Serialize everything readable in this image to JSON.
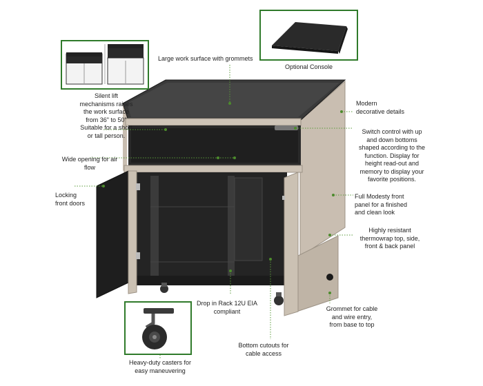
{
  "callouts": {
    "work_surface": "Large work surface with grommets",
    "optional_console": "Optional  Console",
    "silent_lift": "Silent lift\nmechanisms raises\nthe work surface\nfrom 36\" to 50\"\nSuitable for a short\nor tall person.",
    "modern_details": "Modern\ndecorative details",
    "switch_control": "Switch control with up\nand down bottoms\nshaped according to the\nfunction. Display for\nheight read-out and\nmemory to display your\nfavorite positions.",
    "air_flow": "Wide opening for air\nflow",
    "locking_doors": "Locking\nfront  doors",
    "modesty_panel": "Full Modesty front\npanel for a finished\nand clean look",
    "thermowrap": "Highly resistant\nthermowrap top, side,\nfront & back panel",
    "rack": "Drop in Rack 12U EIA\ncompliant",
    "grommet": "Grommet for cable\nand wire entry,\nfrom base to top",
    "bottom_cutouts": "Bottom cutouts for\ncable access",
    "casters": "Heavy-duty casters for\neasy maneuvering"
  },
  "colors": {
    "accent_green": "#2f7a2a",
    "wood": "#c9beb1",
    "cabinet_black": "#262626"
  },
  "icons": {
    "console": "console-image",
    "lift_comparison": "lift-comparison-image",
    "caster": "caster-image"
  }
}
